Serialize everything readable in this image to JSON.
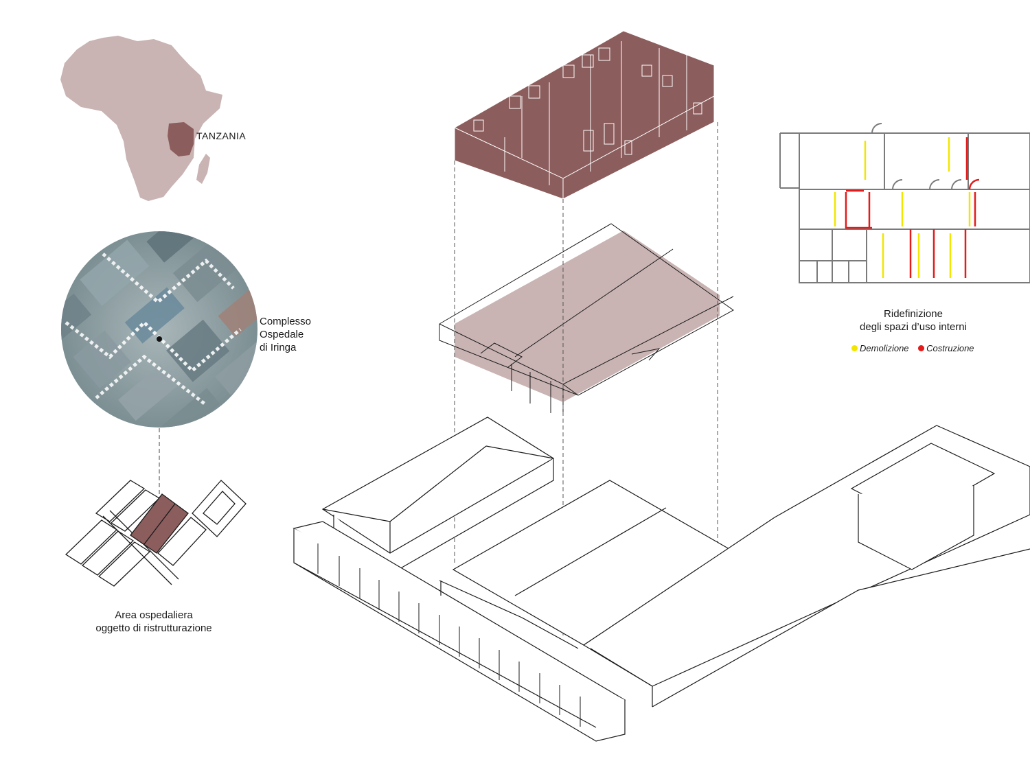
{
  "colors": {
    "accent": "#8c5d5d",
    "accent_light": "#c9b3b3",
    "demolition": "#f2e600",
    "construction": "#e31b1b",
    "line": "#2a2a2a"
  },
  "map": {
    "country_label": "TANZANIA"
  },
  "satellite": {
    "label_lines": [
      "Complesso",
      "Ospedale",
      "di Iringa"
    ]
  },
  "site_plan": {
    "caption_lines": [
      "Area ospedaliera",
      "oggetto di ristrutturazione"
    ]
  },
  "floor_plan": {
    "title_lines": [
      "Ridefinizione",
      "degli spazi d’uso interni"
    ],
    "legend": [
      {
        "label": "Demolizione",
        "color": "#f2e600"
      },
      {
        "label": "Costruzione",
        "color": "#e31b1b"
      }
    ]
  }
}
